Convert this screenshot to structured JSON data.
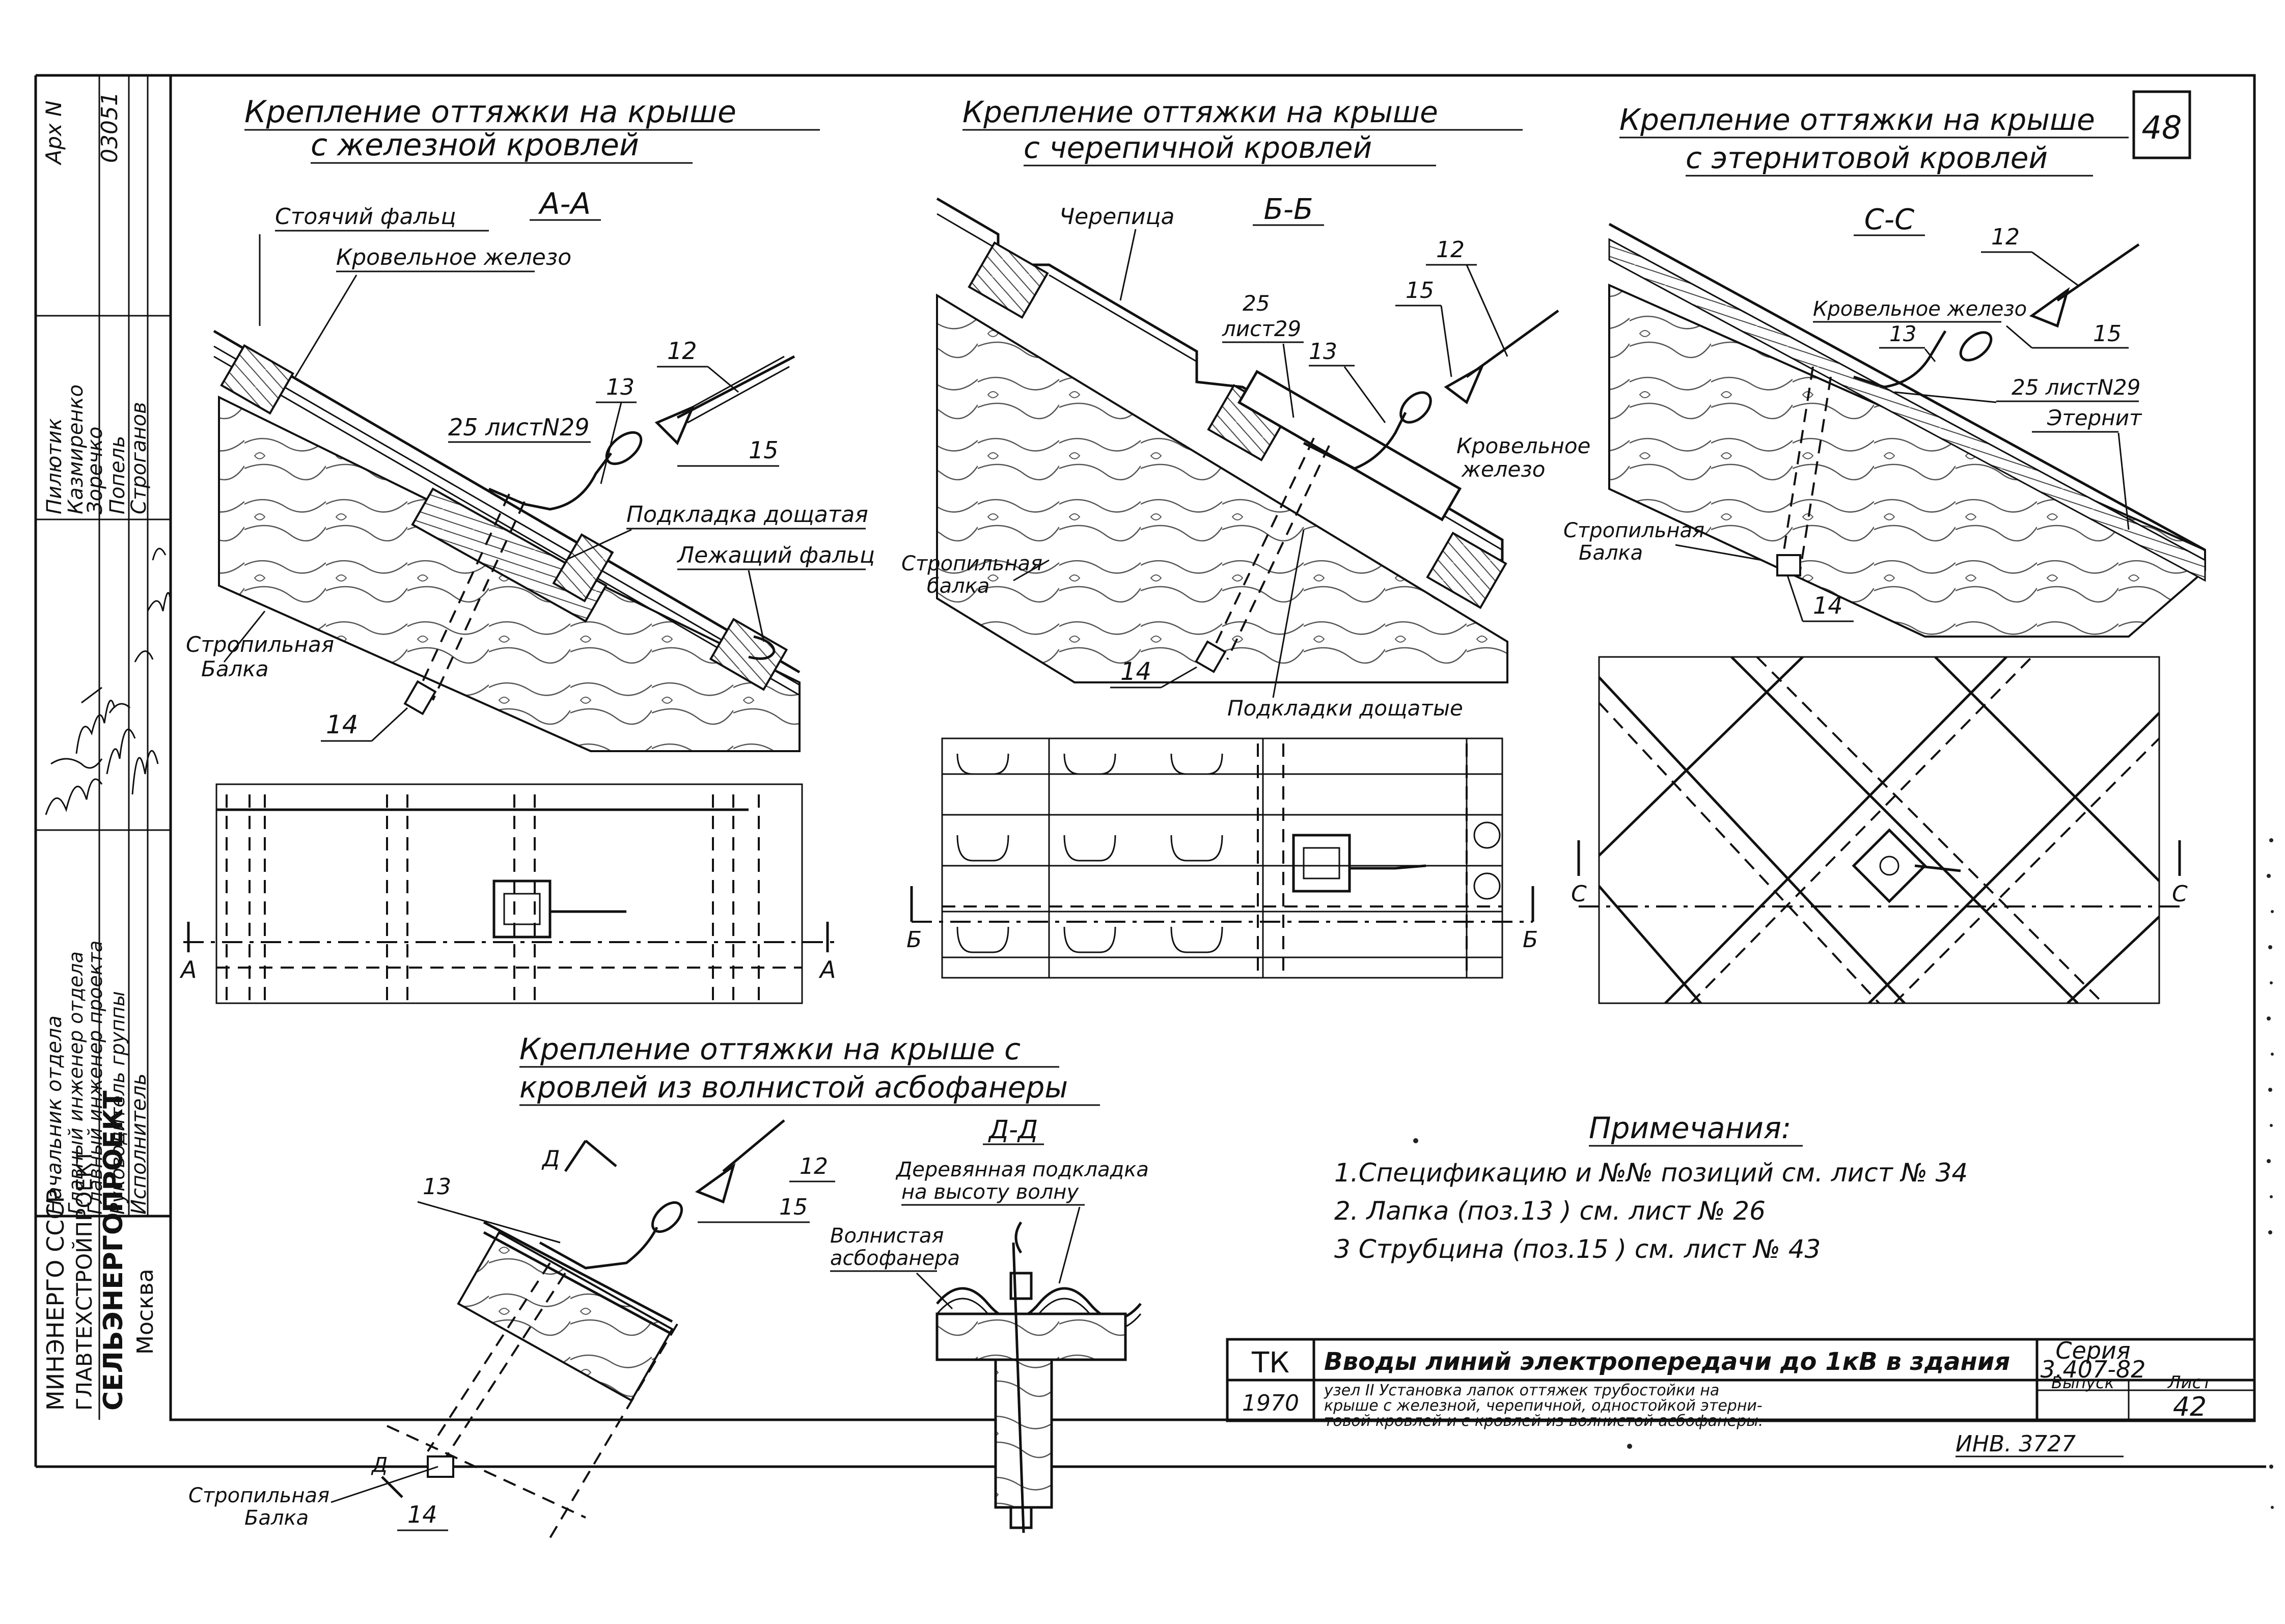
{
  "sheet": {
    "sheet_number_top": "48",
    "archive_label": "Арх N",
    "archive_number": "03051"
  },
  "sections": {
    "aa": {
      "title_line1": "Крепление оттяжки на крыше",
      "title_line2": "с железной кровлей",
      "section_label": "А-А",
      "labels": {
        "standing_seam": "Стоячий фальц",
        "roof_iron": "Кровельное железо",
        "sheet_ref": "25   листN29",
        "board_pad": "Подкладка дощатая",
        "lying_seam": "Лежащий фальц",
        "rafter": "Стропильная\nБалка"
      },
      "plan_cut_left": "А",
      "plan_cut_right": "А",
      "callouts": [
        "12",
        "13",
        "15",
        "14"
      ]
    },
    "bb": {
      "title_line1": "Крепление оттяжки на крыше",
      "title_line2": "с черепичной кровлей",
      "section_label": "Б-Б",
      "labels": {
        "tile": "Черепица",
        "sheet_ref": "25\nлист29",
        "roof_iron": "Кровельное\nжелезо",
        "rafter": "Стропильная\nбалка",
        "board_pads": "Подкладки дощатые"
      },
      "plan_cut_left": "Б",
      "plan_cut_right": "Б",
      "callouts": [
        "12",
        "13",
        "15",
        "14"
      ]
    },
    "cc": {
      "title_line1": "Крепление оттяжки на крыше",
      "title_line2": "с этернитовой кровлей",
      "section_label": "С-С",
      "labels": {
        "roof_iron": "Кровельное железо",
        "sheet_ref": "25  листN29",
        "eternit": "Этернит",
        "rafter": "Стропильная\nБалка"
      },
      "plan_cut_left": "С",
      "plan_cut_right": "С",
      "callouts": [
        "12",
        "13",
        "15",
        "14"
      ]
    },
    "dd": {
      "title_line1": "Крепление оттяжки на крыше с",
      "title_line2": "кровлей из волнистой асбофанеры",
      "section_label": "Д-Д",
      "cut_marker": "Д",
      "labels": {
        "wood_pad": "Деревянная подкладка\nна высоту волну",
        "wavy_asbestos": "Волнистая\nасбофанера",
        "rafter": "Стропильная\nБалка"
      },
      "callouts": [
        "13",
        "12",
        "15",
        "14"
      ]
    }
  },
  "notes": {
    "heading": "Примечания:",
    "items": [
      "1.Спецификацию и №№ позиций см. лист № 34",
      "2. Лапка  (поз.13 ) см.  лист  № 26",
      "3 Струбцина  (поз.15 ) см.  лист  № 43"
    ]
  },
  "left_stamp": {
    "org": [
      "МИНЭНЕРГО СССР",
      "ГЛАВТЕХСТРОЙПРОЕКТ",
      "СЕЛЬЭНЕРГОПРОЕКТ",
      "Москва"
    ],
    "roles": [
      "Начальник отдела",
      "Главный инженер отдела",
      "Главный инженер проекта",
      "Руководитель группы",
      "Исполнитель"
    ],
    "names": [
      "Пилютик",
      "Казмиренко",
      "Зоречко",
      "Попель",
      "Строганов"
    ]
  },
  "title_block": {
    "code": "ТК",
    "year": "1970",
    "title_main": "Вводы линий электропередачи до 1кВ в здания",
    "title_sub": "узел II  Установка лапок оттяжек трубостойки на крыше с железной, черепичной, одностойкой этерни-товой кровлей и с кровлей из волнистой асбофанеры.",
    "series_label": "Серия",
    "series_value": "3.407-82",
    "issue_label": "Выпуск",
    "sheet_label": "Лист",
    "sheet_value": "42",
    "inventory": "ИНВ. 3727"
  }
}
